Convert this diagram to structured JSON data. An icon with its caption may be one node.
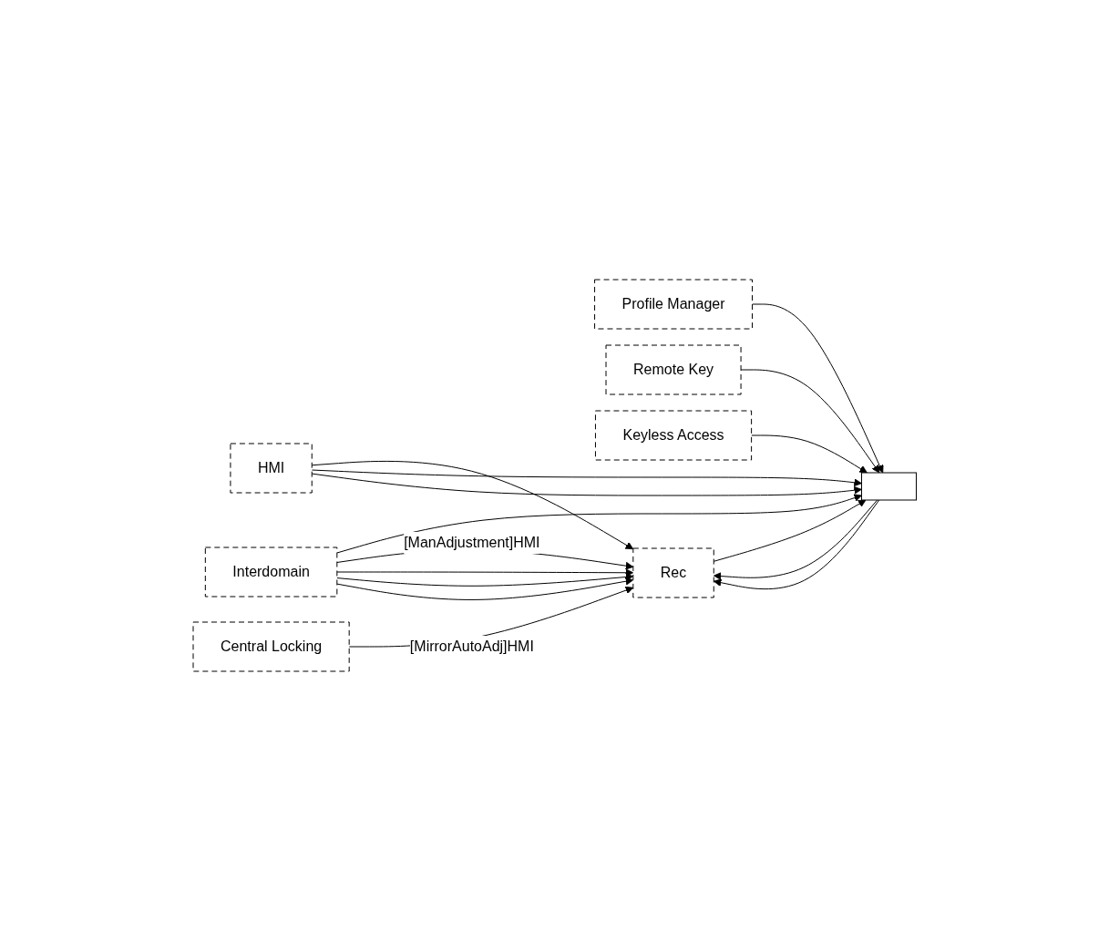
{
  "diagram": {
    "nodes": [
      {
        "text": [
          "HMI"
        ]
      },
      {
        "text": [
          "Profile Manager"
        ]
      },
      {
        "text": [
          "Remote Key"
        ]
      },
      {
        "text": [
          "Keyless Access"
        ]
      },
      {
        "text": [
          "Interdomain"
        ]
      },
      {
        "text": [
          "Central Locking"
        ]
      },
      {
        "text": [],
        "shape": "box"
      },
      {
        "text": [
          "Rec"
        ]
      }
    ],
    "edges": [
      {
        "from": 0,
        "to": 7,
        "arrow": "to"
      },
      {
        "from": 0,
        "to": 6,
        "arrow": "to"
      },
      {
        "from": 0,
        "to": 6,
        "arrow": "to"
      },
      {
        "from": 7,
        "to": 6,
        "arrow": "to"
      },
      {
        "from": 1,
        "to": 6,
        "arrow": "to"
      },
      {
        "from": 2,
        "to": 6,
        "arrow": "to"
      },
      {
        "from": 6,
        "to": 7,
        "arrow": "to"
      },
      {
        "from": 3,
        "to": 6,
        "arrow": "to"
      },
      {
        "from": 6,
        "to": 7,
        "arrow": "to"
      },
      {
        "from": 4,
        "to": 6,
        "arrow": "to"
      },
      {
        "from": 4,
        "to": 7,
        "arrow": "to",
        "label": "[ManAdjustment]HMI"
      },
      {
        "from": 4,
        "to": 7,
        "arrow": "to"
      },
      {
        "from": 4,
        "to": 7,
        "arrow": "to"
      },
      {
        "from": 4,
        "to": 7,
        "arrow": "to"
      },
      {
        "from": 5,
        "to": 7,
        "arrow": "to",
        "label": "[MirrorAutoAdj]HMI"
      }
    ]
  }
}
